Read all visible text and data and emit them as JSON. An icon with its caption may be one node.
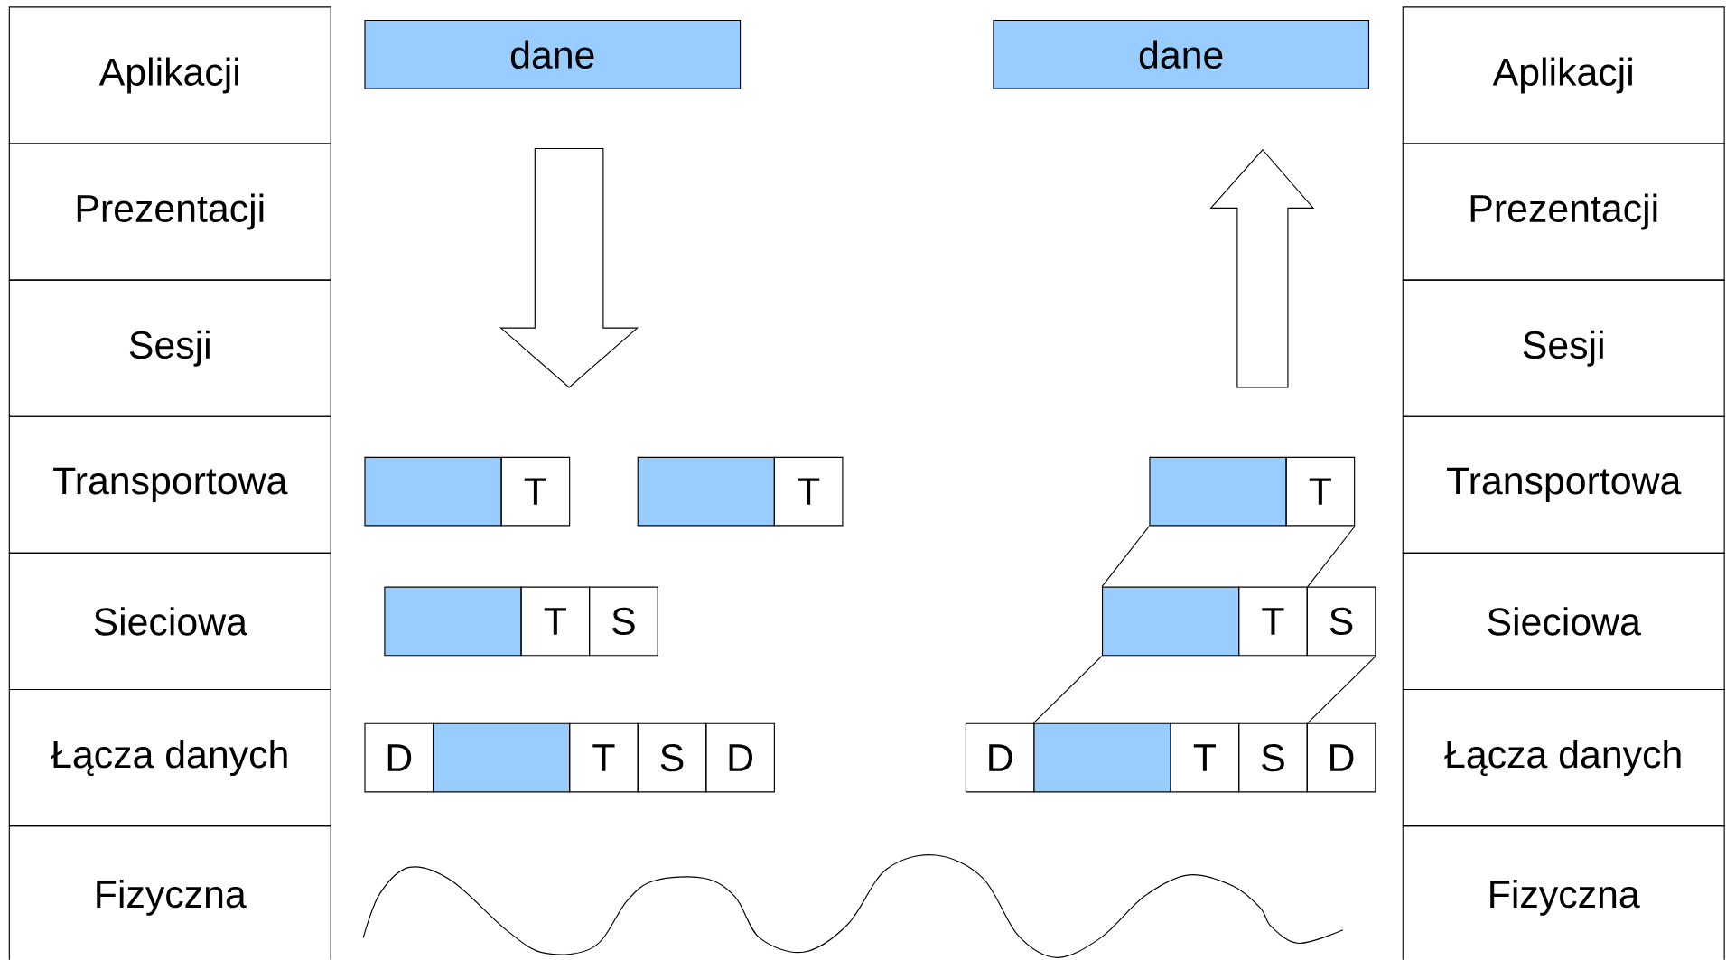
{
  "diagram": {
    "nodes": [
      {
        "text": [
          "Aplikacji"
        ]
      },
      {
        "text": [
          "dane"
        ]
      },
      {
        "text": [
          "dane"
        ]
      },
      {
        "text": [
          "Aplikacji"
        ]
      },
      {
        "text": [
          "Prezentacji"
        ]
      },
      {
        "text": [
          "Prezentacji"
        ]
      },
      {
        "text": [
          "Sesji"
        ]
      },
      {
        "text": [
          "Sesji"
        ]
      },
      {
        "text": [
          "Transportowa"
        ]
      },
      {
        "text": [],
        "shape": "box"
      },
      {
        "text": [
          "T"
        ]
      },
      {
        "text": [],
        "shape": "box"
      },
      {
        "text": [
          "T"
        ]
      },
      {
        "text": [],
        "shape": "box"
      },
      {
        "text": [
          "T"
        ]
      },
      {
        "text": [
          "Transportowa"
        ]
      },
      {
        "text": [
          "Sieciowa"
        ]
      },
      {
        "text": [],
        "shape": "box"
      },
      {
        "text": [
          "T"
        ]
      },
      {
        "text": [
          "S"
        ]
      },
      {
        "text": [],
        "shape": "box"
      },
      {
        "text": [
          "T"
        ]
      },
      {
        "text": [
          "S"
        ]
      },
      {
        "text": [
          "Sieciowa"
        ]
      },
      {
        "text": [
          "Łącza danych"
        ]
      },
      {
        "text": [
          "D"
        ]
      },
      {
        "text": [],
        "shape": "box"
      },
      {
        "text": [
          "T"
        ]
      },
      {
        "text": [
          "S"
        ]
      },
      {
        "text": [
          "D"
        ]
      },
      {
        "text": [
          "D"
        ]
      },
      {
        "text": [],
        "shape": "box"
      },
      {
        "text": [
          "T"
        ]
      },
      {
        "text": [
          "S"
        ]
      },
      {
        "text": [
          "D"
        ]
      },
      {
        "text": [
          "Łącza danych"
        ]
      },
      {
        "text": [
          "Fizyczna"
        ]
      },
      {
        "text": [
          "Fizyczna"
        ]
      }
    ],
    "edges": [
      {
        "from": 13,
        "to": 20,
        "arrow": "none"
      },
      {
        "from": 14,
        "to": 21,
        "arrow": "none"
      },
      {
        "from": 20,
        "to": 31,
        "arrow": "none"
      },
      {
        "from": 22,
        "to": 33,
        "arrow": "none"
      }
    ]
  }
}
